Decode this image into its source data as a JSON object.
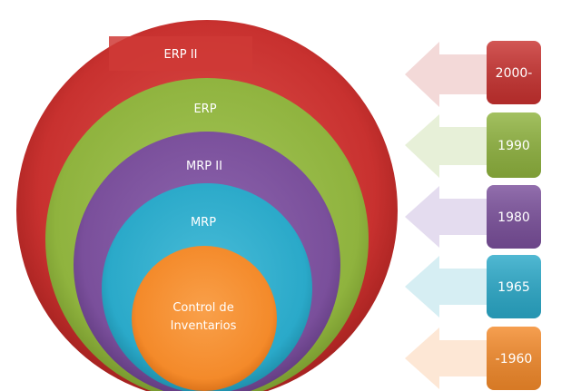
{
  "diagram": {
    "layers": [
      {
        "label": "ERP II",
        "color": "#c8312f"
      },
      {
        "label": "ERP",
        "color": "#8fb33e"
      },
      {
        "label": "MRP II",
        "color": "#7a4f9b"
      },
      {
        "label": "MRP",
        "color": "#2aa9c9"
      },
      {
        "label_lines": [
          "Control de",
          "Inventarios"
        ],
        "color": "#f48a2a"
      }
    ],
    "timeline": [
      {
        "label": "2000-",
        "color": "#c8312f",
        "arrow_color": "#f3d9d8"
      },
      {
        "label": "1990",
        "color": "#8fb33e",
        "arrow_color": "#e7f0d8"
      },
      {
        "label": "1980",
        "color": "#7a4f9b",
        "arrow_color": "#e4dcef"
      },
      {
        "label": "1965",
        "color": "#2aa9c9",
        "arrow_color": "#d6eef3"
      },
      {
        "label": "-1960",
        "color": "#f48a2a",
        "arrow_color": "#fde7d5"
      }
    ]
  }
}
